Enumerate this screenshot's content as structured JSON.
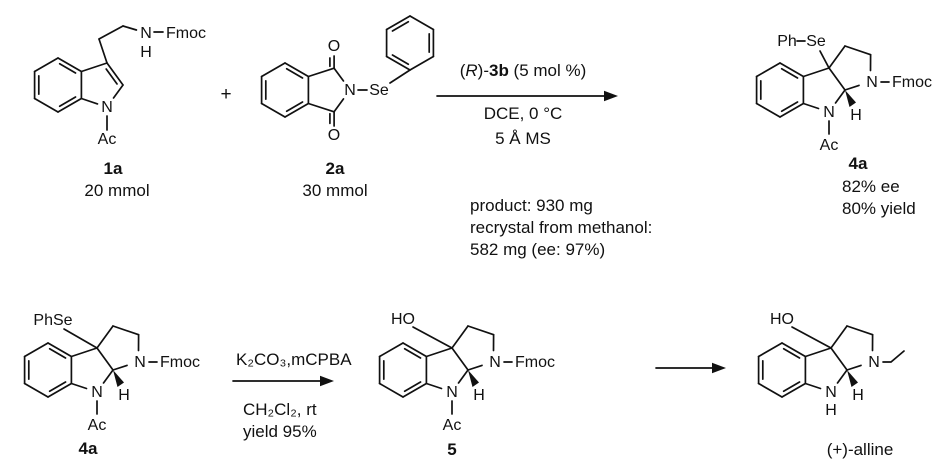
{
  "top_row": {
    "compound_1a": {
      "id": "1a",
      "amount": "20 mmol",
      "atoms": {
        "ring_n": "N",
        "ac": "Ac",
        "chain_n": "N",
        "chain_h": "H",
        "fmoc": "Fmoc"
      }
    },
    "plus_sign": "+",
    "compound_2a": {
      "id": "2a",
      "amount": "30 mmol",
      "atoms": {
        "o_top": "O",
        "o_bottom": "O",
        "n": "N",
        "se": "Se"
      }
    },
    "conditions": {
      "catalyst_prefix": "(",
      "catalyst_r": "R",
      "catalyst_mid": ")-",
      "catalyst_id": "3b",
      "catalyst_suffix": " (5 mol %)",
      "solvent": "DCE, 0 °C",
      "additive": "5 Å MS"
    },
    "compound_4a": {
      "id": "4a",
      "ee": "82% ee",
      "yield": "80% yield",
      "atoms": {
        "ph": "Ph",
        "se": "Se",
        "pyr_n": "N",
        "fmoc": "Fmoc",
        "h": "H",
        "ind_n": "N",
        "ac": "Ac"
      }
    },
    "note": {
      "line1": "product: 930 mg",
      "line2": "recrystal from methanol:",
      "line3": "582 mg (ee: 97%)"
    }
  },
  "bottom_row": {
    "compound_4a": {
      "id": "4a",
      "atoms": {
        "phse": "PhSe",
        "pyr_n": "N",
        "fmoc": "Fmoc",
        "h": "H",
        "ind_n": "N",
        "ac": "Ac"
      }
    },
    "conditions": {
      "reagents": "K₂CO₃,mCPBA",
      "solvent": "CH₂Cl₂, rt",
      "yield": "yield 95%"
    },
    "compound_5": {
      "id": "5",
      "atoms": {
        "ho": "HO",
        "pyr_n": "N",
        "fmoc": "Fmoc",
        "h": "H",
        "ind_n": "N",
        "ac": "Ac"
      }
    },
    "compound_alline": {
      "name": "(+)-alline",
      "atoms": {
        "ho": "HO",
        "pyr_n": "N",
        "h": "H",
        "ind_n": "N",
        "ind_h": "H"
      }
    }
  }
}
